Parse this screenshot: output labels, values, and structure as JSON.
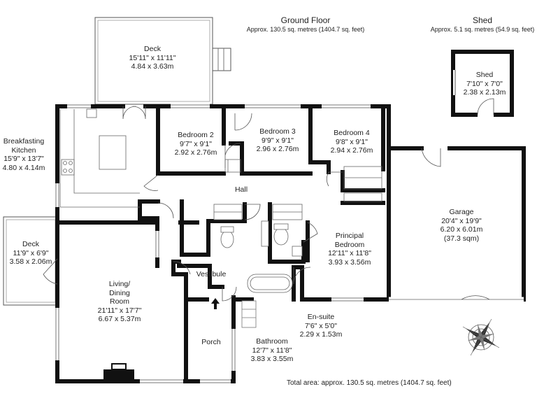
{
  "headers": {
    "ground": {
      "title": "Ground Floor",
      "area": "Approx. 130.5 sq. metres (1404.7 sq. feet)"
    },
    "shed": {
      "title": "Shed",
      "area": "Approx. 5.1 sq. metres (54.9 sq. feet)"
    }
  },
  "rooms": {
    "deck_top": {
      "name": "Deck",
      "imperial": "15'11\" x 11'11\"",
      "metric": "4.84 x 3.63m"
    },
    "shed": {
      "name": "Shed",
      "imperial": "7'10\" x 7'0\"",
      "metric": "2.38 x 2.13m"
    },
    "kitchen": {
      "name1": "Breakfasting",
      "name2": "Kitchen",
      "imperial": "15'9\" x 13'7\"",
      "metric": "4.80 x 4.14m"
    },
    "bedroom2": {
      "name": "Bedroom 2",
      "imperial": "9'7\" x 9'1\"",
      "metric": "2.92 x 2.76m"
    },
    "bedroom3": {
      "name": "Bedroom 3",
      "imperial": "9'9\" x 9'1\"",
      "metric": "2.96 x 2.76m"
    },
    "bedroom4": {
      "name": "Bedroom 4",
      "imperial": "9'8\" x 9'1\"",
      "metric": "2.94 x 2.76m"
    },
    "hall": {
      "name": "Hall"
    },
    "garage": {
      "name": "Garage",
      "imperial": "20'4\" x 19'9\"",
      "metric": "6.20 x 6.01m",
      "extra": "(37.3 sqm)"
    },
    "deck_left": {
      "name": "Deck",
      "imperial": "11'9\" x 6'9\"",
      "metric": "3.58 x 2.06m"
    },
    "living": {
      "name1": "Living/",
      "name2": "Dining",
      "name3": "Room",
      "imperial": "21'11\" x 17'7\"",
      "metric": "6.67 x 5.37m"
    },
    "principal": {
      "name1": "Principal",
      "name2": "Bedroom",
      "imperial": "12'11\" x 11'8\"",
      "metric": "3.93 x 3.56m"
    },
    "vestibule": {
      "name": "Vestibule"
    },
    "ensuite": {
      "name": "En-suite",
      "imperial": "7'6\" x 5'0\"",
      "metric": "2.29 x 1.53m"
    },
    "porch": {
      "name": "Porch"
    },
    "bathroom": {
      "name": "Bathroom",
      "imperial": "12'7\" x 11'8\"",
      "metric": "3.83 x 3.55m"
    }
  },
  "total": "Total area: approx. 130.5 sq. metres (1404.7 sq. feet)",
  "icons": {
    "compass": "compass-rose-icon",
    "entrance": "entrance-arrow-icon"
  }
}
